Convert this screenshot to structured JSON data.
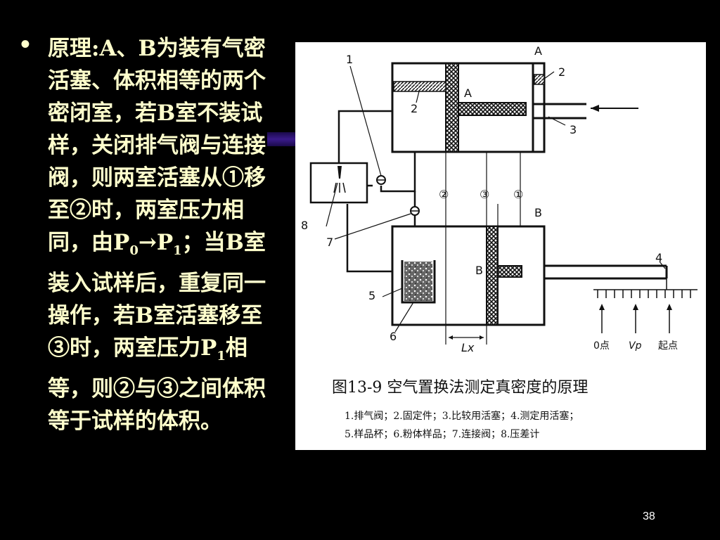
{
  "slide": {
    "bullet": "•",
    "text": {
      "p1": "原理:A、B为装有气密活塞、体积相等的两个密闭室，若B室不装试样，关闭排气阀与连接阀，则两室活塞从①移至②时，两室压力相同，由",
      "p_sym": "P",
      "sub0": "0",
      "arrow": "→",
      "sub1": "1",
      "p2": "；当B室装入试样后，重复同一操作，若B室活塞移至③时，两室压力",
      "sub1b": "1",
      "p3": "相等，则②与③之间体积等于试样的体积。"
    },
    "page_number": "38"
  },
  "figure": {
    "label_A_top": "A",
    "label_A_inner": "A",
    "label_B_top": "B",
    "label_B_inner": "B",
    "n1": "1",
    "n2a": "2",
    "n2b": "2",
    "n3": "3",
    "n4": "4",
    "n5": "5",
    "n6": "6",
    "n7": "7",
    "n8": "8",
    "c2": "②",
    "c3": "③",
    "c1": "①",
    "lx": "Lx",
    "scale_zero": "0点",
    "scale_vp": "Vp",
    "scale_start": "起点",
    "caption_title": "图13-9  空气置换法测定真密度的原理",
    "legend_line1": "1.排气阀；2.固定件；3.比较用活塞；4.测定用活塞；",
    "legend_line2": "5.样品杯；6.粉体样品；7.连接阀；8.压差计"
  }
}
